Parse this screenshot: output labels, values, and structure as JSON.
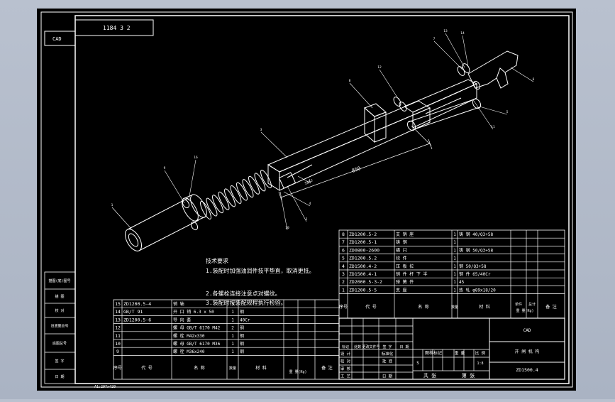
{
  "drawing": {
    "title_stamp": "1184 3 2",
    "cad_label": "CAD",
    "scale_note": "A1:297x420",
    "dimensions": {
      "length": "850",
      "stroke": "180"
    },
    "balloons": [
      "1",
      "2",
      "3",
      "4",
      "5",
      "6",
      "7",
      "8",
      "9",
      "10",
      "11",
      "12",
      "13",
      "14",
      "15",
      "16"
    ],
    "notes": {
      "heading": "技术要求",
      "line1": "1.装配时加强油润件技平垫直，取消更抵。",
      "line2": "2.各螺栓连接注意点对螺纹。",
      "line3": "3.装配时按装配规程执行检验。"
    }
  },
  "side_block": {
    "labels": [
      "描图(底)图号",
      "描 图",
      "校 对",
      "旧底图总号",
      "底图总号",
      "签 字",
      "日 期"
    ]
  },
  "bom_right": {
    "rows": [
      {
        "no": "8",
        "code": "ZD1200.5-2",
        "name": "支 销 座",
        "qty": "1",
        "material": "铸 钢 40/Q3+58",
        "unit": "",
        "total": ""
      },
      {
        "no": "7",
        "code": "ZD1200.5-1",
        "name": "铸 钢",
        "qty": "1",
        "material": "",
        "unit": "",
        "total": ""
      },
      {
        "no": "6",
        "code": "ZD0800-2600",
        "name": "横 闩",
        "qty": "1",
        "material": "铸 钢 50/Q3+58",
        "unit": "",
        "total": ""
      },
      {
        "no": "5",
        "code": "ZD1200.5.2",
        "name": "铰 件",
        "qty": "1",
        "material": "",
        "unit": "",
        "total": ""
      },
      {
        "no": "4",
        "code": "ZD1500.4-2",
        "name": "压 板 拉",
        "qty": "1",
        "material": "钢 50/Q3+58",
        "unit": "",
        "total": ""
      },
      {
        "no": "3",
        "code": "ZD1500.4-1",
        "name": "销 件 杆 下 半",
        "qty": "1",
        "material": "钢 件 65/40Cr",
        "unit": "",
        "total": ""
      },
      {
        "no": "2",
        "code": "ZD2000.5-3-2",
        "name": "弹 簧 件",
        "qty": "1",
        "material": "45",
        "unit": "",
        "total": ""
      },
      {
        "no": "1",
        "code": "ZD1200.5-5",
        "name": "支 座",
        "qty": "1",
        "material": "热 轧 φ89x18/20",
        "unit": "",
        "total": ""
      }
    ],
    "header": {
      "no": "序号",
      "code": "代 号",
      "name": "名 称",
      "qty": "数量",
      "material": "材 料",
      "unit": "单件",
      "total": "总计",
      "weight": "重 量(Kg)",
      "remark": "备 注"
    }
  },
  "bom_left": {
    "rows": [
      {
        "no": "15",
        "code": "ZD1200.5-4",
        "name": "销 轴",
        "qty": "1",
        "material": "",
        "weight": ""
      },
      {
        "no": "14",
        "code": "GB/T 91",
        "name": "开 口 销 6.3 x 50",
        "qty": "1",
        "material": "钢",
        "weight": ""
      },
      {
        "no": "13",
        "code": "ZD1200.5-6",
        "name": "导 向 套",
        "qty": "1",
        "material": "40Cr",
        "weight": ""
      },
      {
        "no": "12",
        "code": "",
        "name": "螺 母 GB/T 6170 M42",
        "qty": "2",
        "material": "钢",
        "weight": ""
      },
      {
        "no": "11",
        "code": "",
        "name": "螺 栓 M42x330",
        "qty": "1",
        "material": "钢",
        "weight": ""
      },
      {
        "no": "10",
        "code": "",
        "name": "螺 母 GB/T 6170 M36",
        "qty": "1",
        "material": "钢",
        "weight": ""
      },
      {
        "no": "9",
        "code": "",
        "name": "螺 栓 M36x240",
        "qty": "1",
        "material": "钢",
        "weight": ""
      }
    ],
    "header": {
      "no": "序号",
      "code": "代 号",
      "name": "名 称",
      "qty": "数量",
      "material": "材 料",
      "weight": "重 量(Kg)",
      "remark": "备 注"
    }
  },
  "title_block": {
    "company": "CAD",
    "drawing_name": "开 闸 机 构",
    "drawing_no": "ZD1500.4",
    "rev_labels": [
      "标记",
      "处数",
      "更改文件号",
      "签 字",
      "日 期"
    ],
    "sign_labels": [
      "设 计",
      "校 对",
      "审 核",
      "工 艺"
    ],
    "sign_labels2": [
      "标准化",
      "批 准",
      "日 期"
    ],
    "stage_label": "图样标记",
    "weight_label": "重 量",
    "scale_label": "比 例",
    "stage": "S",
    "scale": "1:8",
    "sheets": "共 张",
    "sheet_no": "第 张"
  }
}
